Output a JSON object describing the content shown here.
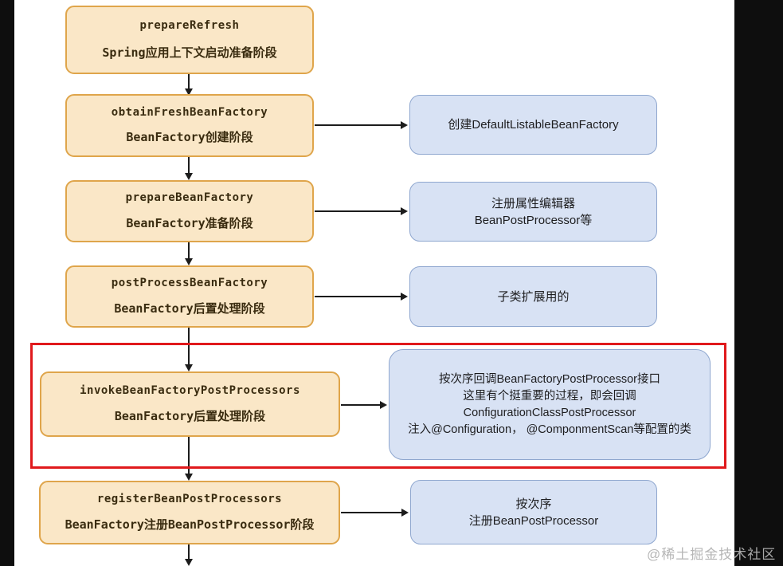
{
  "page": {
    "watermark": "@稀土掘金技术社区"
  },
  "colors": {
    "stage_fill": "#fae7c7",
    "stage_border": "#dfa54b",
    "detail_fill": "#d8e2f4",
    "detail_border": "#8fa7cf",
    "highlight_red": "#e0191c",
    "arrow": "#1c1c1c",
    "edge_bar": "#0e0e0e"
  },
  "rows": [
    {
      "code": "prepareRefresh",
      "label": "Spring应用上下文启动准备阶段"
    },
    {
      "code": "obtainFreshBeanFactory",
      "label": "BeanFactory创建阶段",
      "right": "创建DefaultListableBeanFactory"
    },
    {
      "code": "prepareBeanFactory",
      "label": "BeanFactory准备阶段",
      "right": "注册属性编辑器\nBeanPostProcessor等"
    },
    {
      "code": "postProcessBeanFactory",
      "label": "BeanFactory后置处理阶段",
      "right": "子类扩展用的"
    },
    {
      "code": "invokeBeanFactoryPostProcessors",
      "label": "BeanFactory后置处理阶段",
      "right": "按次序回调BeanFactoryPostProcessor接口\n这里有个挺重要的过程，即会回调\nConfigurationClassPostProcessor\n注入@Configuration， @ComponmentScan等配置的类",
      "highlighted": true
    },
    {
      "code": "registerBeanPostProcessors",
      "label": "BeanFactory注册BeanPostProcessor阶段",
      "right": "按次序\n注册BeanPostProcessor"
    }
  ]
}
